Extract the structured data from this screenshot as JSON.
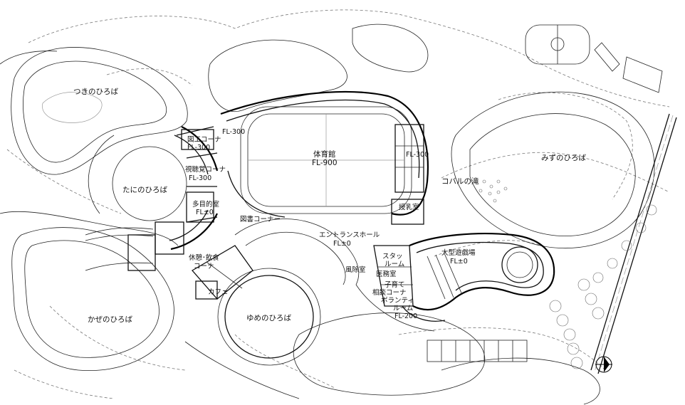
{
  "labels": {
    "tsuki": "つきのひろば",
    "tani": "たにのひろば",
    "kaze": "かぜのひろば",
    "yume": "ゆめのひろば",
    "mizu": "みずのひろば",
    "gym": "体育館",
    "gym_fl": "FL-900",
    "zuko": "図工コーナ",
    "zuko_fl": "FL-300",
    "fl300_left": "FL-300",
    "fl300_right": "FL-300",
    "shichokaku": "視聴覚コーナ",
    "shichokaku_fl": "FL-300",
    "tamokuteki": "多目的室",
    "tamokuteki_fl": "FL±0",
    "tosho": "図書コーナー",
    "entrance": "エントランスホール",
    "entrance_fl": "FL±0",
    "kyukei1": "休憩･飲食",
    "kyukei2": "コーナ",
    "cafe": "カフェ",
    "junyu": "授乳室",
    "kobaru": "コバルの滝",
    "ogata": "大型遊戯場",
    "ogata_fl": "FL±0",
    "staff1": "スタッ",
    "staff2": "ルーム",
    "fuujo": "風除室",
    "imu": "医務室",
    "kosodate1": "子育て",
    "kosodate2": "相談コーナ",
    "volunteer1": "ボランティ",
    "volunteer2": "ルーム",
    "volunteer_fl": "FL-200",
    "north": "N"
  }
}
